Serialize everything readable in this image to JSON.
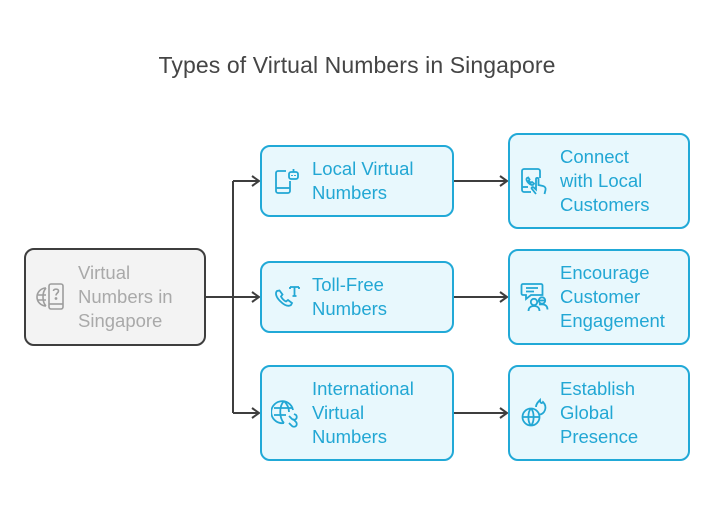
{
  "title": "Types of Virtual Numbers in Singapore",
  "colors": {
    "root_fill": "#f3f3f3",
    "root_border": "#3e3e3e",
    "root_text": "#a9a9a9",
    "node_fill": "#e8f8fd",
    "node_border": "#21a9d7",
    "node_text": "#22a7d4",
    "connector": "#3e3e3e"
  },
  "root": {
    "label": "Virtual Numbers in Singapore",
    "lines": [
      "Virtual",
      "Numbers in",
      "Singapore"
    ],
    "icon": "globe-phone-question-icon"
  },
  "types": [
    {
      "lines": [
        "Local Virtual",
        "Numbers"
      ],
      "icon": "phone-bot-icon"
    },
    {
      "lines": [
        "Toll-Free",
        "Numbers"
      ],
      "icon": "phone-text-icon"
    },
    {
      "lines": [
        "International",
        "Virtual",
        "Numbers"
      ],
      "icon": "globe-link-icon"
    }
  ],
  "outcomes": [
    {
      "lines": [
        "Connect",
        "with Local",
        "Customers"
      ],
      "icon": "touch-phone-icon"
    },
    {
      "lines": [
        "Encourage",
        "Customer",
        "Engagement"
      ],
      "icon": "chat-people-icon"
    },
    {
      "lines": [
        "Establish",
        "Global",
        "Presence"
      ],
      "icon": "globe-fire-icon"
    }
  ]
}
